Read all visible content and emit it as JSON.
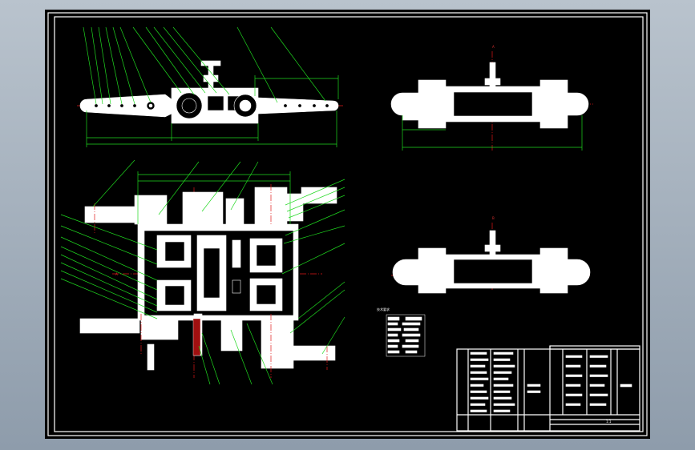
{
  "colors": {
    "background": "#000000",
    "outline": "#ffffff",
    "dimension": "#1fd81f",
    "centerline": "#e01919"
  },
  "view_labels": {
    "top_right": "A",
    "middle_right": "B",
    "section_cut": "A"
  },
  "notes": {
    "title": "技术要求"
  },
  "title_block": {
    "label": "1:1"
  }
}
